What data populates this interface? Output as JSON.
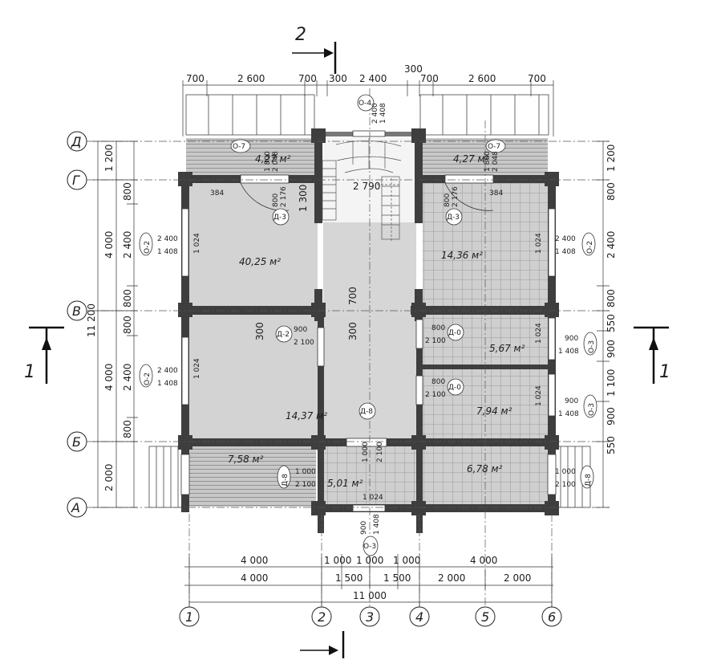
{
  "sections": {
    "s1": "1",
    "s2": "2"
  },
  "axes": {
    "cols": [
      "1",
      "2",
      "3",
      "4",
      "5",
      "6"
    ],
    "rows": [
      "Д",
      "Г",
      "В",
      "Б",
      "А"
    ]
  },
  "dims": {
    "top": [
      "700",
      "2 600",
      "700",
      "300",
      "2 400",
      "300",
      "700",
      "2 600",
      "700"
    ],
    "bottom_row1": [
      "4 000",
      "1 000",
      "1 000",
      "1 000",
      "4 000"
    ],
    "bottom_row2": [
      "4 000",
      "1 500",
      "1 500",
      "2 000",
      "2 000"
    ],
    "bottom_total": "11 000",
    "left_inner": [
      "1 200",
      "800",
      "2 400",
      "800",
      "800",
      "2 400",
      "800",
      "2 000"
    ],
    "left_mid": [
      "4 000",
      "4 000"
    ],
    "left_total": "11 200",
    "right": [
      "1 200",
      "800",
      "2 400",
      "800",
      "550",
      "900",
      "1 100",
      "900",
      "550"
    ]
  },
  "rooms": {
    "r1": "4,27 м²",
    "r2": "4,27 м²",
    "r3": "40,25 м²",
    "r4": "14,36 м²",
    "r5": "14,37 м²",
    "r6": "5,67 м²",
    "r7": "7,94 м²",
    "r8": "7,58 м²",
    "r9": "5,01 м²",
    "r10": "6,78 м²"
  },
  "tags": {
    "o7": "О-7",
    "o4": "О-4",
    "o2": "О-2",
    "o3": "О-3",
    "d3": "Д-3",
    "d2": "Д-2",
    "d0": "Д-0",
    "d8": "Д-8"
  },
  "notes": {
    "n1800": "1 800",
    "n2048": "2 048",
    "n384": "384",
    "n800": "800",
    "n2176": "2 176",
    "n1300": "1 300",
    "n2790": "2 790",
    "n2400": "2 400",
    "n1408": "1 408",
    "n1024": "1 024",
    "n700": "700",
    "n300": "300",
    "n900": "900",
    "n2100": "2 100",
    "n1000": "1 000"
  }
}
